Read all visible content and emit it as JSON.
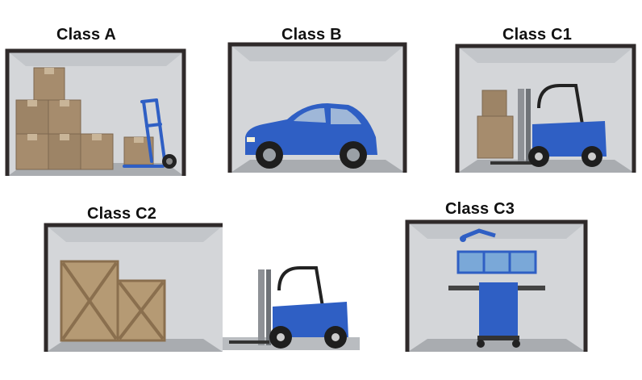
{
  "diagram": {
    "classes": [
      {
        "id": "A",
        "label": "Class A",
        "contents": "stacked cardboard boxes and hand truck"
      },
      {
        "id": "B",
        "label": "Class B",
        "contents": "car"
      },
      {
        "id": "C1",
        "label": "Class C1",
        "contents": "cardboard boxes and forklift"
      },
      {
        "id": "C2",
        "label": "Class C2",
        "contents": "wooden crates and forklift outside"
      },
      {
        "id": "C3",
        "label": "Class C3",
        "contents": "robotic arm medical workstation"
      }
    ]
  },
  "colors": {
    "wall": "#d4d6d9",
    "floor": "#a9acb0",
    "frame": "#2f2a2a",
    "accent_blue": "#2f5fc4",
    "cardboard": "#a68c6d",
    "wood": "#b59a74"
  }
}
